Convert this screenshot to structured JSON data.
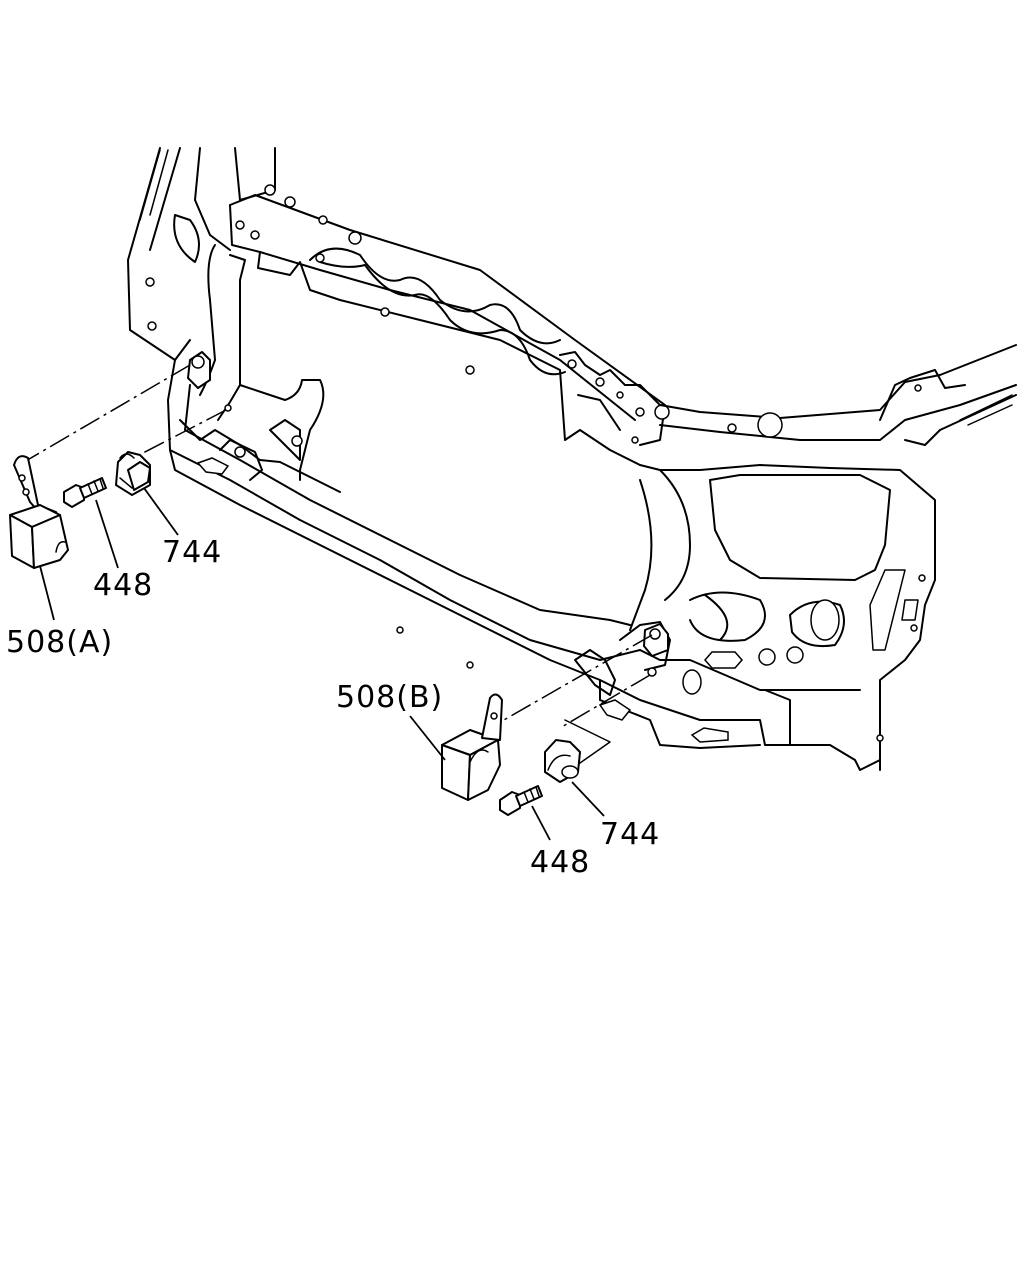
{
  "diagram": {
    "callouts": [
      {
        "id": "508a",
        "label": "508(A)"
      },
      {
        "id": "448a",
        "label": "448"
      },
      {
        "id": "744a",
        "label": "744"
      },
      {
        "id": "508b",
        "label": "508(B)"
      },
      {
        "id": "744b",
        "label": "744"
      },
      {
        "id": "448b",
        "label": "448"
      }
    ]
  }
}
